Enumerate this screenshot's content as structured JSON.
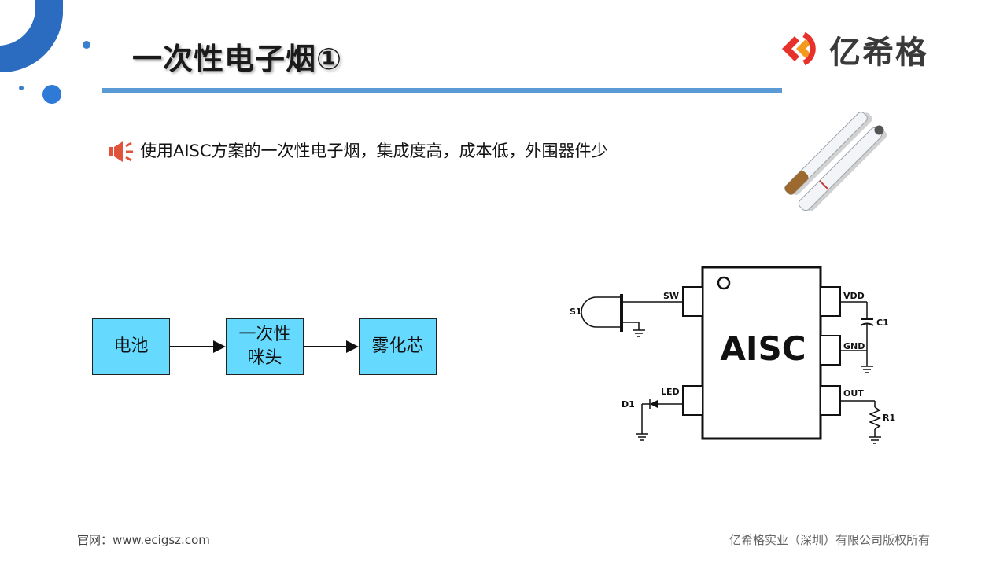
{
  "slide": {
    "title": "一次性电子烟①",
    "brand": "亿希格",
    "bullet": "使用AISC方案的一次性电子烟，集成度高，成本低，外围器件少"
  },
  "flow": {
    "boxes": [
      "电池",
      "一次性\n咪头",
      "雾化芯"
    ]
  },
  "circuit": {
    "chip_label": "AISC",
    "pins": {
      "sw": "SW",
      "vdd": "VDD",
      "gnd": "GND",
      "led": "LED",
      "out": "OUT"
    },
    "components": {
      "s1": "S1",
      "c1": "C1",
      "d1": "D1",
      "r1": "R1"
    }
  },
  "footer": {
    "left": "官网：www.ecigsz.com",
    "right": "亿希格实业（深圳）有限公司版权所有"
  },
  "colors": {
    "accent_blue": "#5b9bd5",
    "box_fill": "#66d9ff",
    "logo_red": "#e8312a",
    "logo_orange": "#f39a1f",
    "speaker_red": "#e0523b"
  }
}
